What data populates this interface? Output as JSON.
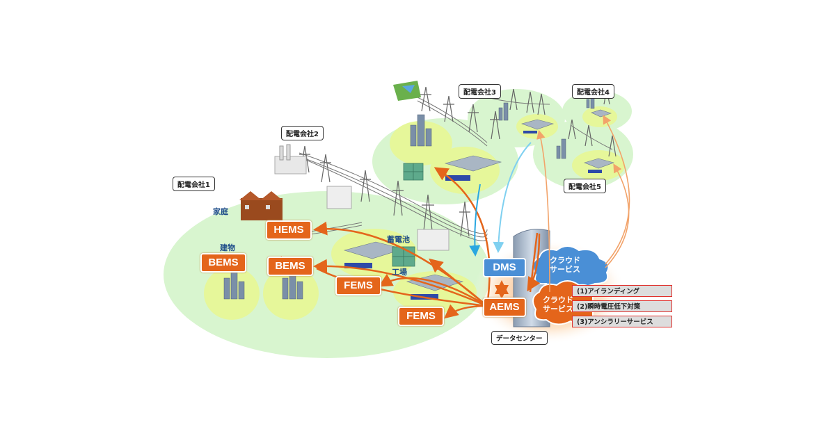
{
  "diagram": {
    "companies": [
      "配電会社1",
      "配電会社2",
      "配電会社3",
      "配電会社4",
      "配電会社5"
    ],
    "places": {
      "home": "家庭",
      "building": "建物",
      "battery": "蓄電池",
      "factory": "工場"
    },
    "ems": {
      "hems": "HEMS",
      "bems_left": "BEMS",
      "bems_right": "BEMS",
      "fems_top": "FEMS",
      "fems_bottom": "FEMS",
      "dms": "DMS",
      "aems": "AEMS"
    },
    "cloud_dms": [
      "クラウド",
      "サービス"
    ],
    "cloud_aems": [
      "クラウド",
      "サービス"
    ],
    "services": [
      "(1)アイランディング",
      "(2)瞬時電圧低下対策",
      "(3)アンシラリーサービス"
    ],
    "datacenter": "データセンター",
    "colors": {
      "orange": "#e4651b",
      "blue": "#4a8fd6",
      "light_green": "#d8f5cf",
      "lime": "#e6f79a",
      "cyan_arrow": "#2aa7e0",
      "service_border": "#e0302c"
    }
  }
}
